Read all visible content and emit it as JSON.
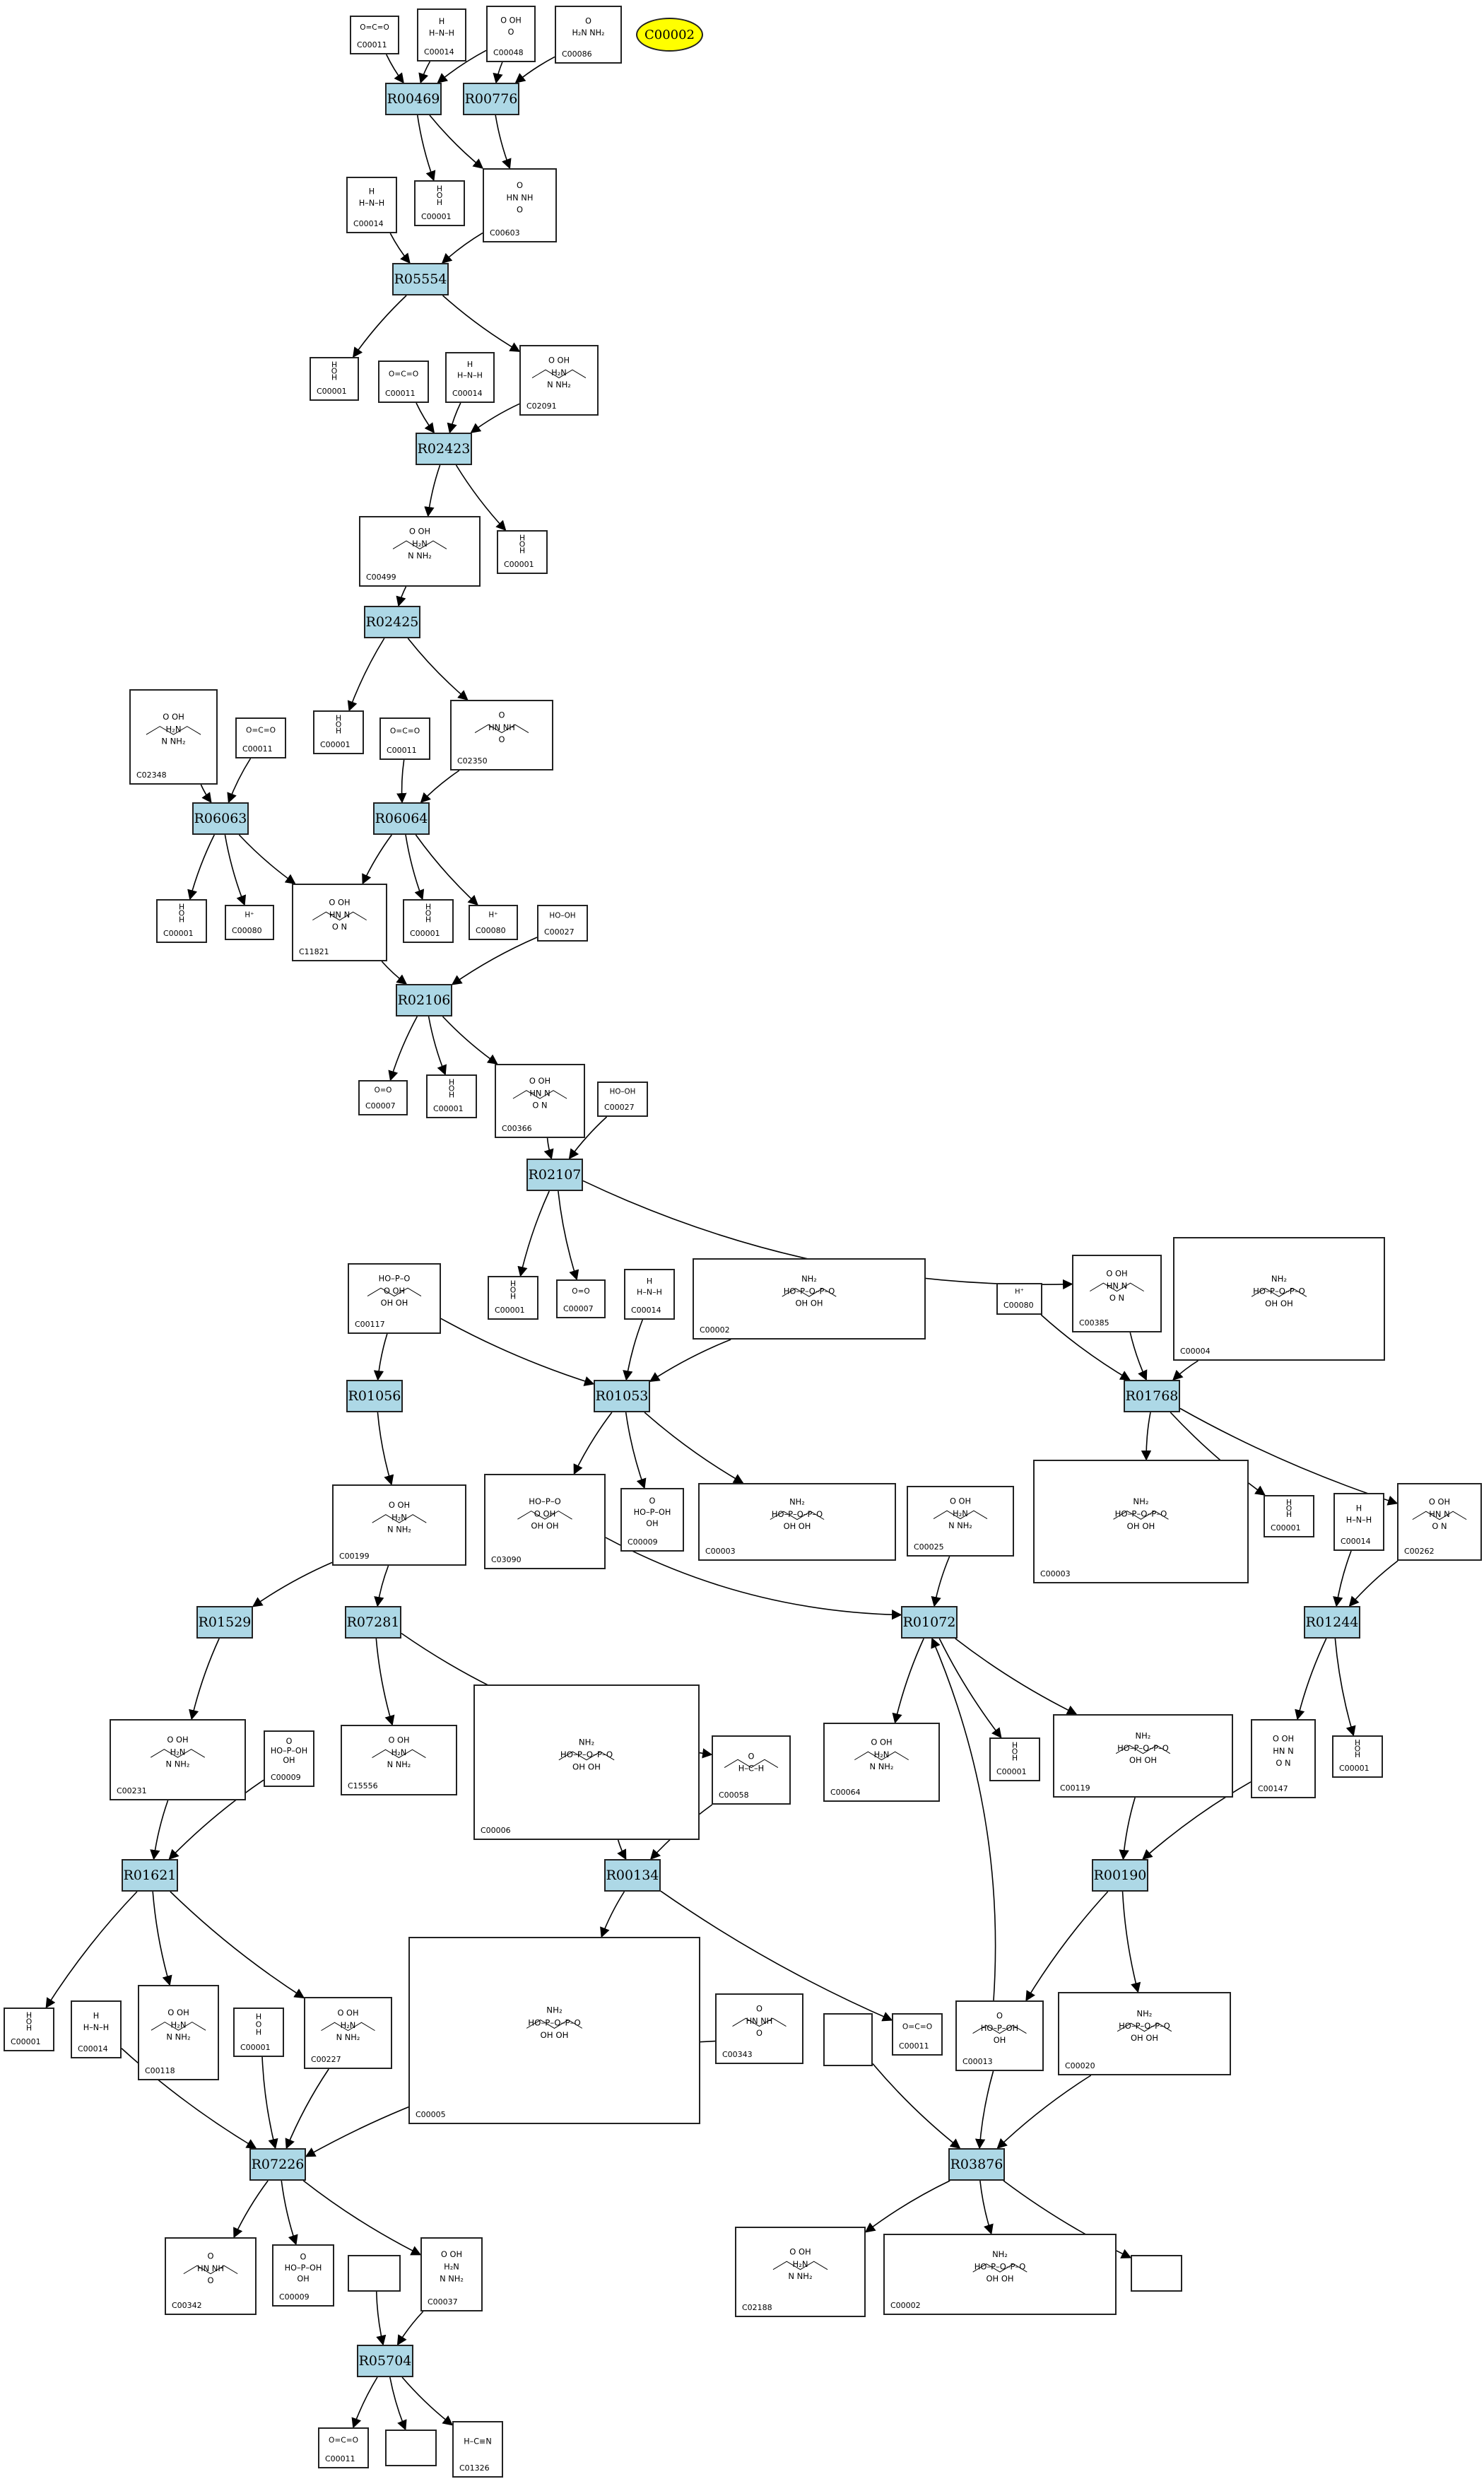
{
  "legend_node": "C00002",
  "reactions": [
    "R00469",
    "R00776",
    "R05554",
    "R02423",
    "R02425",
    "R06063",
    "R06064",
    "R02106",
    "R02107",
    "R01056",
    "R01053",
    "R01768",
    "R01529",
    "R07281",
    "R01072",
    "R01244",
    "R01621",
    "R00134",
    "R00190",
    "R07226",
    "R03876",
    "R05704"
  ],
  "compounds": [
    {
      "id": "c1",
      "label": "C00011",
      "mol": "co2"
    },
    {
      "id": "c2",
      "label": "C00014",
      "mol": "nh3"
    },
    {
      "id": "c3",
      "label": "C00048",
      "mol": "glyoxylate"
    },
    {
      "id": "c4",
      "label": "C00086",
      "mol": "urea"
    },
    {
      "id": "c5",
      "label": "C00014",
      "mol": "nh3"
    },
    {
      "id": "c6",
      "label": "C00001",
      "mol": "h2o"
    },
    {
      "id": "c7",
      "label": "C00603",
      "mol": "ring"
    },
    {
      "id": "c8",
      "label": "C00001",
      "mol": "h2o"
    },
    {
      "id": "c9",
      "label": "C00011",
      "mol": "co2"
    },
    {
      "id": "c10",
      "label": "C00014",
      "mol": "nh3"
    },
    {
      "id": "c11",
      "label": "C02091",
      "mol": "chain"
    },
    {
      "id": "c12",
      "label": "C00001",
      "mol": "h2o"
    },
    {
      "id": "c13",
      "label": "C00499",
      "mol": "chain"
    },
    {
      "id": "c14",
      "label": "C02348",
      "mol": "chain"
    },
    {
      "id": "c15",
      "label": "C00011",
      "mol": "co2"
    },
    {
      "id": "c16",
      "label": "C00001",
      "mol": "h2o"
    },
    {
      "id": "c17",
      "label": "C00011",
      "mol": "co2"
    },
    {
      "id": "c18",
      "label": "C02350",
      "mol": "ring"
    },
    {
      "id": "c19",
      "label": "C00001",
      "mol": "h2o"
    },
    {
      "id": "c20",
      "label": "C00080",
      "mol": "hplus"
    },
    {
      "id": "c21",
      "label": "C11821",
      "mol": "ring2"
    },
    {
      "id": "c22",
      "label": "C00001",
      "mol": "h2o"
    },
    {
      "id": "c23",
      "label": "C00080",
      "mol": "hplus"
    },
    {
      "id": "c24",
      "label": "C00027",
      "mol": "h2o2"
    },
    {
      "id": "c25",
      "label": "C00007",
      "mol": "o2"
    },
    {
      "id": "c26",
      "label": "C00001",
      "mol": "h2o"
    },
    {
      "id": "c27",
      "label": "C00366",
      "mol": "ring2"
    },
    {
      "id": "c28",
      "label": "C00027",
      "mol": "h2o2"
    },
    {
      "id": "c29",
      "label": "C00117",
      "mol": "sugar"
    },
    {
      "id": "c30",
      "label": "C00001",
      "mol": "h2o"
    },
    {
      "id": "c31",
      "label": "C00007",
      "mol": "o2"
    },
    {
      "id": "c32",
      "label": "C00014",
      "mol": "nh3"
    },
    {
      "id": "c33",
      "label": "C00002",
      "mol": "nucleotide"
    },
    {
      "id": "c34",
      "label": "C00080",
      "mol": "hplus"
    },
    {
      "id": "c35",
      "label": "C00385",
      "mol": "ring2"
    },
    {
      "id": "c36",
      "label": "C00004",
      "mol": "nucleotide"
    },
    {
      "id": "c37",
      "label": "C00199",
      "mol": "chain"
    },
    {
      "id": "c38",
      "label": "C03090",
      "mol": "sugar"
    },
    {
      "id": "c39",
      "label": "C00009",
      "mol": "phosphate"
    },
    {
      "id": "c40",
      "label": "C00003",
      "mol": "nucleotide"
    },
    {
      "id": "c41",
      "label": "C00025",
      "mol": "chain"
    },
    {
      "id": "c42",
      "label": "C00003",
      "mol": "nucleotide"
    },
    {
      "id": "c43",
      "label": "C00001",
      "mol": "h2o"
    },
    {
      "id": "c44",
      "label": "C00014",
      "mol": "nh3"
    },
    {
      "id": "c45",
      "label": "C00262",
      "mol": "ring2"
    },
    {
      "id": "c46",
      "label": "C00231",
      "mol": "chain"
    },
    {
      "id": "c47",
      "label": "C00009",
      "mol": "phosphate"
    },
    {
      "id": "c48",
      "label": "C15556",
      "mol": "chain"
    },
    {
      "id": "c49",
      "label": "C00006",
      "mol": "nucleotide"
    },
    {
      "id": "c50",
      "label": "C00058",
      "mol": "formate"
    },
    {
      "id": "c51",
      "label": "C00064",
      "mol": "chain"
    },
    {
      "id": "c52",
      "label": "C00001",
      "mol": "h2o"
    },
    {
      "id": "c53",
      "label": "C00119",
      "mol": "nucleotide"
    },
    {
      "id": "c54",
      "label": "C00147",
      "mol": "ring2"
    },
    {
      "id": "c55",
      "label": "C00001",
      "mol": "h2o"
    },
    {
      "id": "c56",
      "label": "C00001",
      "mol": "h2o"
    },
    {
      "id": "c57",
      "label": "C00014",
      "mol": "nh3"
    },
    {
      "id": "c58",
      "label": "C00118",
      "mol": "chain"
    },
    {
      "id": "c59",
      "label": "C00001",
      "mol": "h2o"
    },
    {
      "id": "c60",
      "label": "C00227",
      "mol": "chain"
    },
    {
      "id": "c61",
      "label": "C00005",
      "mol": "nucleotide"
    },
    {
      "id": "c62",
      "label": "C00343",
      "mol": "ring"
    },
    {
      "id": "c63",
      "label": "",
      "mol": ""
    },
    {
      "id": "c64",
      "label": "C00011",
      "mol": "co2"
    },
    {
      "id": "c65",
      "label": "C00013",
      "mol": "phosphate"
    },
    {
      "id": "c66",
      "label": "C00020",
      "mol": "nucleotide"
    },
    {
      "id": "c67",
      "label": "C00342",
      "mol": "ring"
    },
    {
      "id": "c68",
      "label": "C00009",
      "mol": "phosphate"
    },
    {
      "id": "c69",
      "label": "C00037",
      "mol": "chain"
    },
    {
      "id": "c70",
      "label": "",
      "mol": ""
    },
    {
      "id": "c71",
      "label": "C02188",
      "mol": "chain"
    },
    {
      "id": "c72",
      "label": "C00002",
      "mol": "nucleotide"
    },
    {
      "id": "c73",
      "label": "",
      "mol": ""
    },
    {
      "id": "c74",
      "label": "C00011",
      "mol": "co2"
    },
    {
      "id": "c75",
      "label": "",
      "mol": ""
    },
    {
      "id": "c76",
      "label": "C01326",
      "mol": "hcn"
    }
  ],
  "molecule_text": {
    "nh3": [
      "H",
      "H–N–H"
    ],
    "h2o": [
      "H",
      "O",
      "H"
    ],
    "co2": [
      "O=C=O"
    ],
    "hplus": [
      "H⁺"
    ],
    "o2": [
      "O=O"
    ],
    "h2o2": [
      "HO–OH"
    ],
    "hcn": [
      "H–C≡N"
    ],
    "formate": [
      "O",
      "H–C–H"
    ],
    "glyoxylate": [
      "O  OH",
      "O"
    ],
    "urea": [
      "O",
      "H₂N  NH₂"
    ],
    "phosphate": [
      "O",
      "HO–P–OH",
      "OH"
    ],
    "chain": [
      "O   OH",
      "H₂N",
      "N   NH₂"
    ],
    "ring": [
      "O",
      "HN  NH",
      "O"
    ],
    "ring2": [
      "O   OH",
      "HN    N",
      "O  N"
    ],
    "sugar": [
      "HO–P–O",
      "O    OH",
      "OH  OH"
    ],
    "nucleotide": [
      "NH₂",
      "HO–P–O–P–O",
      "OH   OH"
    ]
  }
}
